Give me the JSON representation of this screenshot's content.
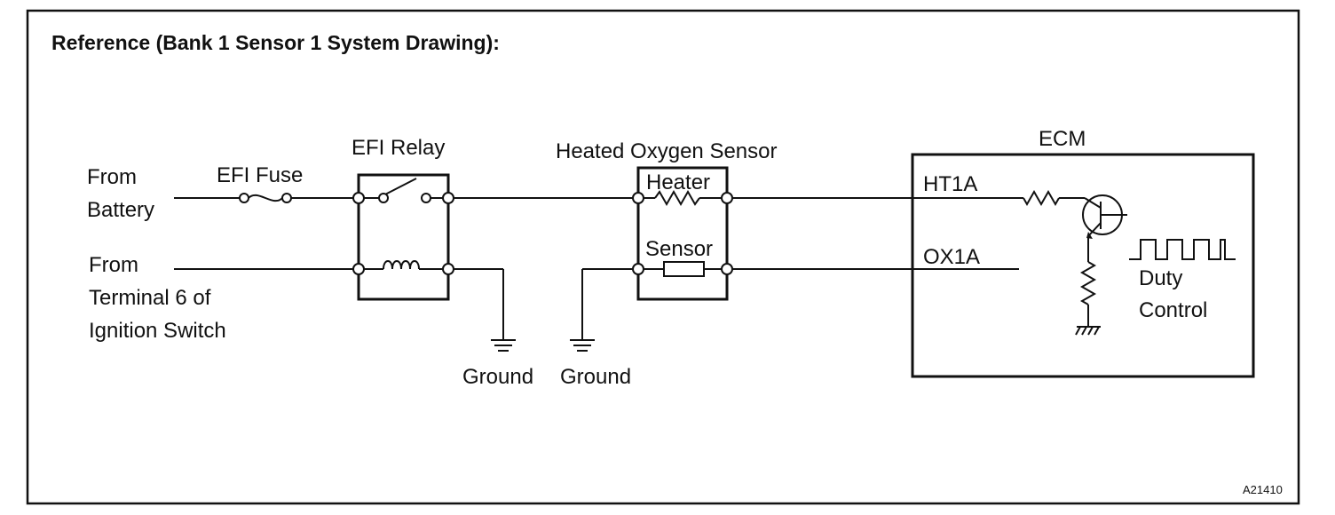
{
  "title": "Reference (Bank 1 Sensor 1 System Drawing):",
  "labels": {
    "from_battery_line1": "From",
    "from_battery_line2": "Battery",
    "from_ignition_line1": "From",
    "from_ignition_line2": "Terminal 6 of",
    "from_ignition_line3": "Ignition Switch",
    "efi_fuse": "EFI Fuse",
    "efi_relay": "EFI Relay",
    "heated_oxygen_sensor": "Heated Oxygen Sensor",
    "heater": "Heater",
    "sensor": "Sensor",
    "ground_relay": "Ground",
    "ground_sensor": "Ground",
    "ecm": "ECM",
    "ht1a": "HT1A",
    "ox1a": "OX1A",
    "duty_line1": "Duty",
    "duty_line2": "Control"
  },
  "figure_code": "A21410"
}
